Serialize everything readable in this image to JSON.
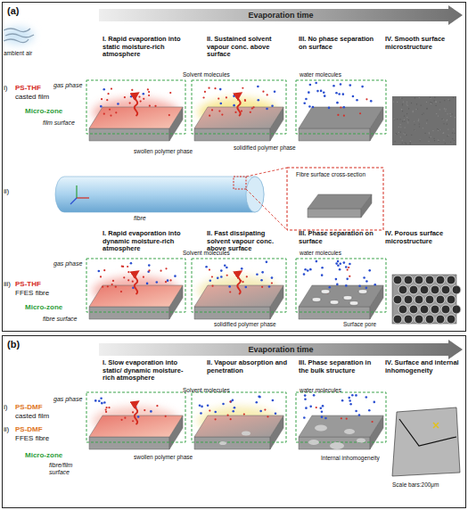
{
  "diagram": {
    "nodes": [
      {
        "text": [
          "(a)"
        ]
      },
      {
        "text": [
          "Evaporation time"
        ],
        "in": 0
      },
      {
        "text": [
          "(b)"
        ]
      },
      {
        "text": [
          "Evaporation time"
        ],
        "in": 2
      }
    ],
    "labels": [
      "ambient air",
      "i)",
      "PS-THF",
      "casted film",
      "I. Rapid evaporation into static moisture-rich atmosphere",
      "II. Sustained solvent vapour conc. above surface",
      "III. No phase separation on surface",
      "IV. Smooth surface microstructure",
      "gas phase",
      "Solvent molecules",
      "Micro-zone",
      "film surface",
      "water molecules",
      "solidified polymer phase",
      "swollen polymer phase",
      "ii)",
      "fibre",
      "Fibre surface cross-section",
      "iii)",
      "PS-THF",
      "FFES fibre",
      "I. Rapid evaporation into dynamic moisture-rich atmosphere",
      "II. Fast dissipating solvent vapour conc. above surface",
      "III. Phase separation on surface",
      "IV. Porous surface microstructure",
      "gas phase",
      "Solvent molecules",
      "Micro-zone",
      "fibre surface",
      "water molecules",
      "solidified polymer phase",
      "Surface pore",
      "I. Slow evaporation into static/ dynamic moisture-rich atmosphere",
      "II. Vapour absorption and penetration",
      "III. Phase separation in the bulk structure",
      "IV. Surface and internal inhomogeneity",
      "i)",
      "PS-DMF",
      "casted film",
      "ii)",
      "PS-DMF",
      "FFES fibre",
      "gas phase",
      "Solvent molecules",
      "Micro-zone",
      "fibre/film surface",
      "water molecules",
      "swollen polymer phase",
      "Internal inhomogeneity",
      "Scale bars:200μm"
    ]
  }
}
